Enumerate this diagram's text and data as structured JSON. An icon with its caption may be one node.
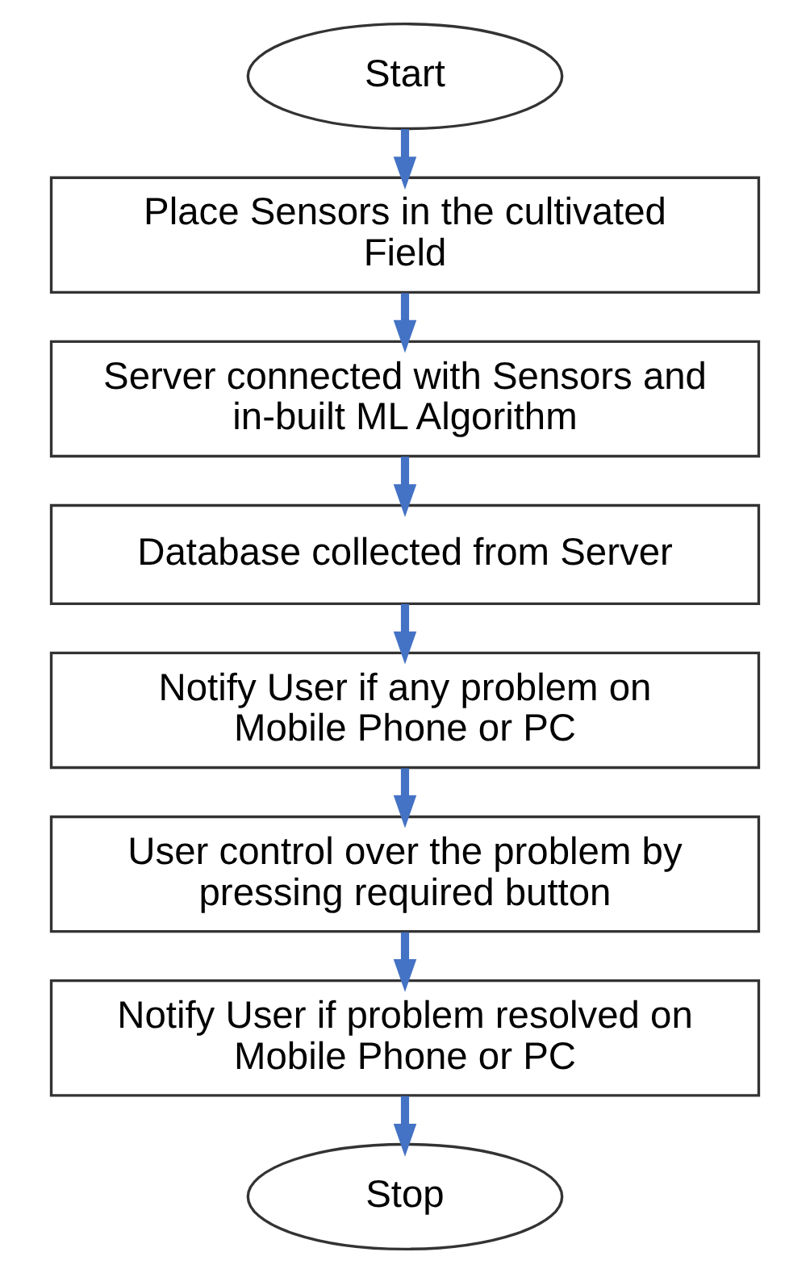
{
  "diagram": {
    "nodes": [
      {
        "text": [
          "Start"
        ]
      },
      {
        "text": [
          "Place Sensors in the cultivated Field"
        ]
      },
      {
        "text": [
          "Server connected with Sensors and in-built ML Algorithm"
        ]
      },
      {
        "text": [
          "Database collected from Server"
        ]
      },
      {
        "text": [
          "Notify User if any problem on Mobile Phone or PC"
        ]
      },
      {
        "text": [
          "User control over the problem by pressing required button"
        ]
      },
      {
        "text": [
          "Notify User if problem resolved on Mobile Phone or PC"
        ]
      },
      {
        "text": [
          "Stop"
        ]
      }
    ],
    "edges": [
      {
        "from": 0,
        "to": 1,
        "arrow": "to"
      },
      {
        "from": 1,
        "to": 2,
        "arrow": "to"
      },
      {
        "from": 2,
        "to": 3,
        "arrow": "to"
      },
      {
        "from": 3,
        "to": 4,
        "arrow": "to"
      },
      {
        "from": 4,
        "to": 5,
        "arrow": "to"
      },
      {
        "from": 5,
        "to": 6,
        "arrow": "to"
      },
      {
        "from": 6,
        "to": 7,
        "arrow": "to"
      }
    ]
  }
}
